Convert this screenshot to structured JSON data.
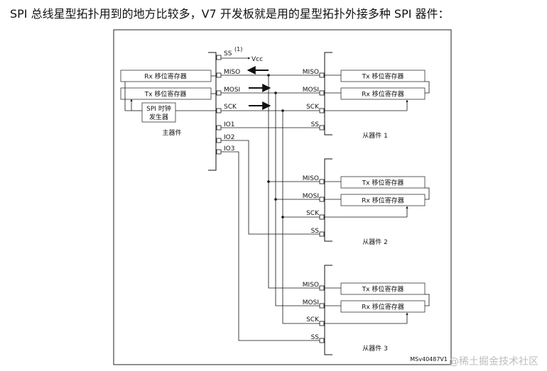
{
  "heading": "SPI 总线星型拓扑用到的地方比较多，V7 开发板就是用的星型拓扑外接多种 SPI 器件：",
  "master": {
    "rx_reg": "Rx 移位寄存器",
    "tx_reg": "Tx 移位寄存器",
    "clk_gen_line1": "SPI 时钟",
    "clk_gen_line2": "发生器",
    "label": "主器件",
    "pins": {
      "ss": "SS",
      "ss_note": "(1)",
      "vcc": "Vcc",
      "miso": "MISO",
      "mosi": "MOSI",
      "sck": "SCK",
      "io1": "IO1",
      "io2": "IO2",
      "io3": "IO3"
    }
  },
  "slaves": [
    {
      "tx_reg": "Tx 移位寄存器",
      "rx_reg": "Rx 移位寄存器",
      "miso": "MISO",
      "mosi": "MOSI",
      "sck": "SCK",
      "ss": "SS",
      "label": "从器件 1"
    },
    {
      "tx_reg": "Tx 移位寄存器",
      "rx_reg": "Rx 移位寄存器",
      "miso": "MISO",
      "mosi": "MOSI",
      "sck": "SCK",
      "ss": "SS",
      "label": "从器件 2"
    },
    {
      "tx_reg": "Tx 移位寄存器",
      "rx_reg": "Rx 移位寄存器",
      "miso": "MISO",
      "mosi": "MOSI",
      "sck": "SCK",
      "ss": "SS",
      "label": "从器件 3"
    }
  ],
  "figure_id": "MSv40487V1",
  "watermark": "@稀土掘金技术社区"
}
